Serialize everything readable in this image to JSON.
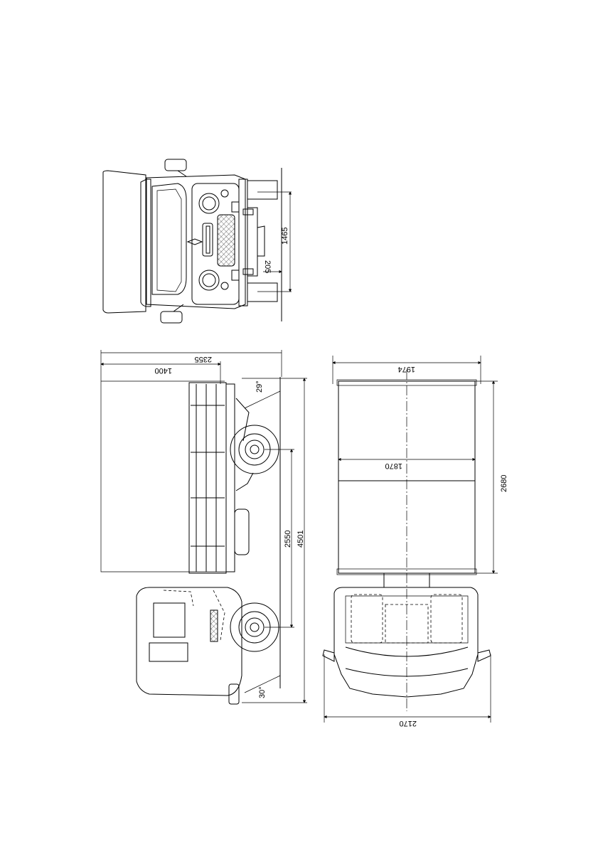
{
  "dimensions": {
    "front_width": "1465",
    "front_ground_clearance": "205",
    "side_cab_to_axle": "2355",
    "side_rear_overhang": "1400",
    "side_departure_angle": "29°",
    "side_approach_angle": "30°",
    "side_wheelbase": "2550",
    "side_overall_length": "4501",
    "top_bed_width_outer": "1974",
    "top_bed_width_inner": "1870",
    "top_bed_length": "2680",
    "top_mirror_width": "2170"
  }
}
